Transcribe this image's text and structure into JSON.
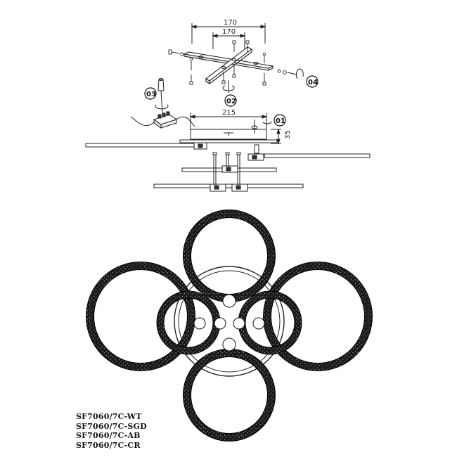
{
  "dimensions": {
    "bracket_outer": "170",
    "bracket_inner": "170",
    "base_width": "215",
    "base_height": "35"
  },
  "steps": [
    {
      "label": "01"
    },
    {
      "label": "02"
    },
    {
      "label": "03"
    },
    {
      "label": "04"
    }
  ],
  "models": [
    "SF7060/7C-WT",
    "SF7060/7C-SGD",
    "SF7060/7C-AB",
    "SF7060/7C-CR"
  ],
  "colors": {
    "line": "#222222",
    "ring": "#1c1c1c",
    "background": "#ffffff"
  }
}
